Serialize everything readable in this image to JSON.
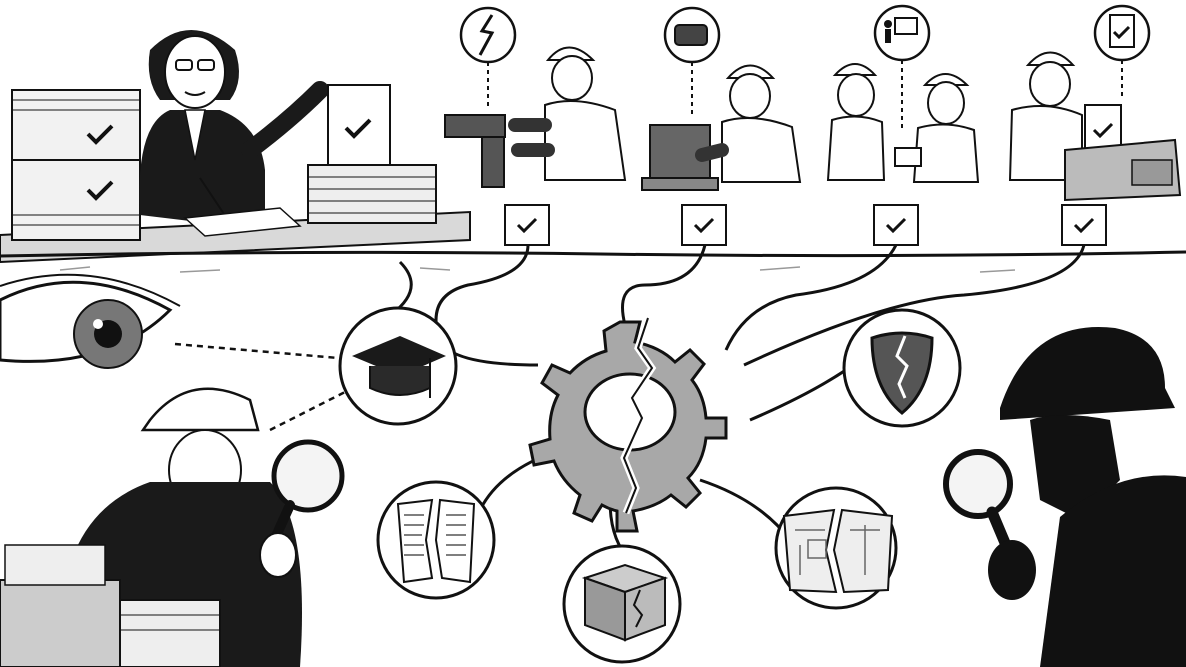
{
  "illustration": {
    "top_panel": {
      "supervisor_desk": {
        "binder_checks": 3,
        "status": "approved"
      },
      "field_steps": [
        {
          "task": "pipe-repair",
          "bubble_icon": "lightning-crack-icon",
          "status": "checked"
        },
        {
          "task": "pump-maintenance",
          "bubble_icon": "broken-pipe-icon",
          "status": "checked"
        },
        {
          "task": "training-briefing",
          "bubble_icon": "presentation-icon",
          "status": "checked"
        },
        {
          "task": "record-filing",
          "bubble_icon": "checklist-icon",
          "status": "checked"
        }
      ]
    },
    "bottom_panel": {
      "center_icon": "broken-gear-icon",
      "root_causes": [
        {
          "icon": "graduation-cap-icon",
          "meaning": "training"
        },
        {
          "icon": "cracked-shield-icon",
          "meaning": "safety"
        },
        {
          "icon": "torn-document-icon",
          "meaning": "procedures"
        },
        {
          "icon": "damaged-box-icon",
          "meaning": "materials"
        },
        {
          "icon": "torn-blueprint-icon",
          "meaning": "design"
        }
      ],
      "observers": [
        "investigator-with-magnifier",
        "silhouette-inspector-with-magnifier"
      ],
      "eye_icon": "watching-eye-icon"
    },
    "colors": {
      "ink": "#111111",
      "paper": "#ffffff",
      "shade": "#9a9a9a",
      "dark": "#1a1a1a"
    }
  }
}
